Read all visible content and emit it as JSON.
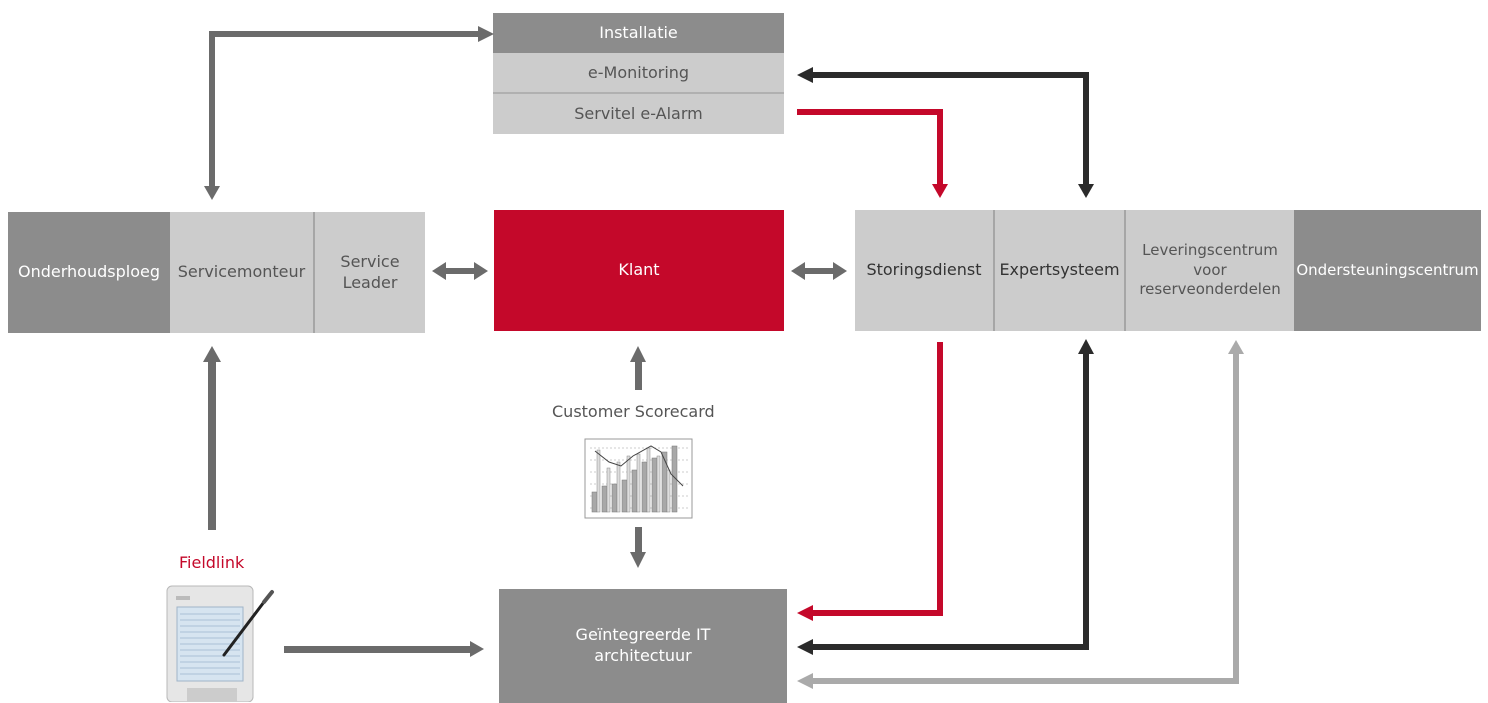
{
  "top_stack": {
    "installatie": "Installatie",
    "e_monitoring": "e-Monitoring",
    "servitel": "Servitel e-Alarm"
  },
  "left_group": {
    "onderhoudsploeg": "Onderhoudsploeg",
    "servicemonteur": "Servicemonteur",
    "service_leader": "Service Leader"
  },
  "center": {
    "klant": "Klant",
    "scorecard_label": "Customer Scorecard",
    "it_architecture": "Geïntegreerde IT architectuur"
  },
  "right_group": {
    "storingsdienst": "Storingsdienst",
    "expertsysteem": "Expertsysteem",
    "leveringscentrum": "Leveringscentrum voor reserveonderdelen",
    "ondersteuningscentrum": "Ondersteuningscentrum"
  },
  "fieldlink": {
    "label": "Fieldlink"
  },
  "colors": {
    "red": "#c4082a",
    "dark_box": "#8c8c8c",
    "light_box": "#cccccc",
    "arrow_gray": "#6b6b6b",
    "arrow_black": "#2b2b2b",
    "arrow_light": "#aaaaaa"
  }
}
